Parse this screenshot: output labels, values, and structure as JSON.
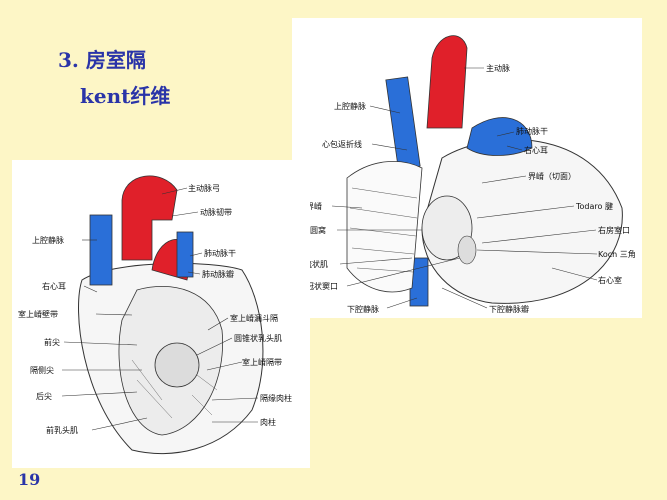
{
  "heading": {
    "line1": "3.  房室隔",
    "line2": "kent纤维"
  },
  "page_number": "19",
  "right_figure": {
    "labels": {
      "aorta": "主动脉",
      "svc": "上腔静脉",
      "pulmonary_trunk": "肺动脉干",
      "pericardial_reflection": "心包返折线",
      "right_auricle": "右心耳",
      "crista_cut": "界嵴（切面）",
      "crista_terminalis": "界嵴",
      "todaro": "Todaro 腱",
      "fossa_ovalis": "卵圆窝",
      "right_av_orifice": "右房室口",
      "koch": "Koch 三角",
      "pectinate": "梳状肌",
      "coronary_sinus": "冠状窦口",
      "right_ventricle": "右心室",
      "ivc": "下腔静脉",
      "ivc_valve": "下腔静脉瓣"
    }
  },
  "left_figure": {
    "labels": {
      "aortic_arch": "主动脉弓",
      "ligamentum": "动脉韧带",
      "svc": "上腔静脉",
      "pulmonary_trunk": "肺动脉干",
      "pulmonary_valve": "肺动脉瓣",
      "right_auricle": "右心耳",
      "supraventricular_wall": "室上嵴壁带",
      "infundibular_septum": "室上嵴漏斗隔",
      "anterior_cusp": "前尖",
      "conus_papillary": "圆锥状乳头肌",
      "septal_band": "室上嵴隔带",
      "septal_cusp": "隔侧尖",
      "posterior_cusp": "后尖",
      "septomarginal": "隔缘肉柱",
      "trabeculae": "肉柱",
      "anterior_papillary": "前乳头肌"
    }
  },
  "colors": {
    "background": "#fdf6c6",
    "artery": "#e0202a",
    "vein": "#2a6fd8",
    "text_heading": "#2a34a8"
  }
}
